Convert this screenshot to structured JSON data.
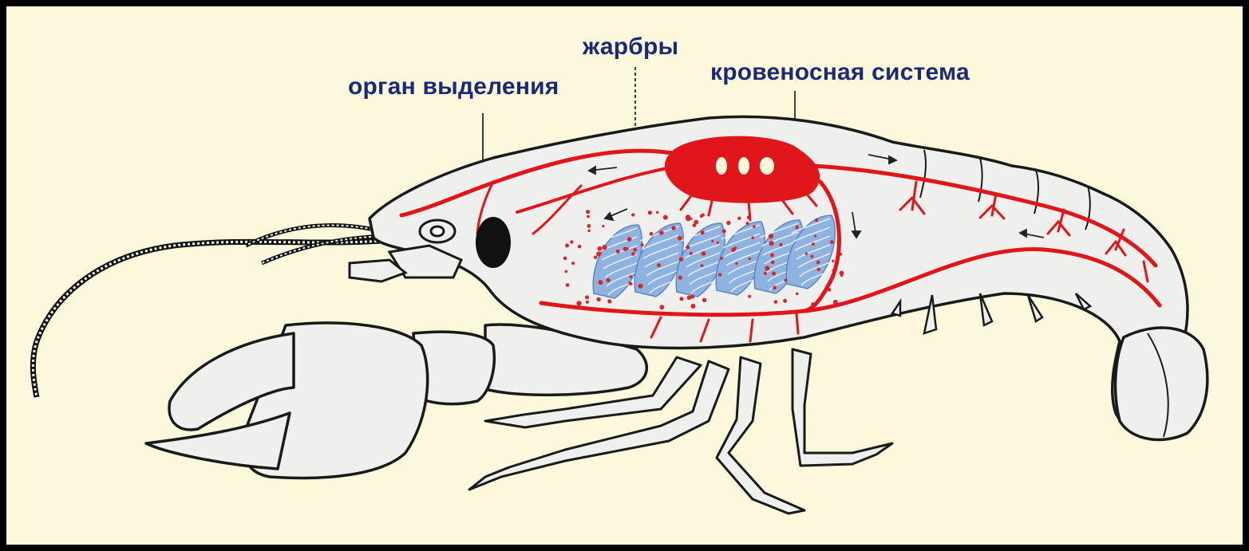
{
  "labels": {
    "excretory_organ": "орган выделения",
    "gills": "жарбры",
    "circulatory_system": "кровеносная система"
  },
  "colors": {
    "background": "#fcf8dc",
    "frame": "#000000",
    "label_text": "#1c2a73",
    "body_fill": "#efefee",
    "outline": "#1a1a1a",
    "blood_vessels": "#e0161b",
    "gills": "#7fa6d8",
    "excretory_organ": "#111111"
  },
  "icons": [
    "heart-shape",
    "gill-lamellae",
    "green-gland",
    "crayfish-outline",
    "flow-arrow"
  ]
}
